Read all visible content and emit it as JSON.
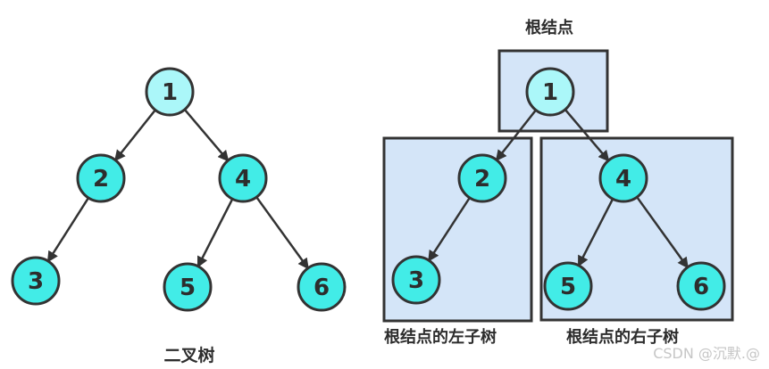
{
  "colors": {
    "node_fill": "#42ece7",
    "root_node_fill": "#abf7f9",
    "node_stroke": "#333333",
    "box_fill": "#d4e5f8",
    "box_stroke": "#333333",
    "arrow": "#333333",
    "label_text": "#2d2d2d",
    "watermark": "#c6c6c6"
  },
  "left_diagram": {
    "caption": "二叉树",
    "nodes": {
      "n1": "1",
      "n2": "2",
      "n3": "3",
      "n4": "4",
      "n5": "5",
      "n6": "6"
    }
  },
  "right_diagram": {
    "root_box_label": "根结点",
    "left_subtree_label": "根结点的左子树",
    "right_subtree_label": "根结点的右子树",
    "nodes": {
      "n1": "1",
      "n2": "2",
      "n3": "3",
      "n4": "4",
      "n5": "5",
      "n6": "6"
    }
  },
  "watermark_text": "CSDN @沉默.@"
}
